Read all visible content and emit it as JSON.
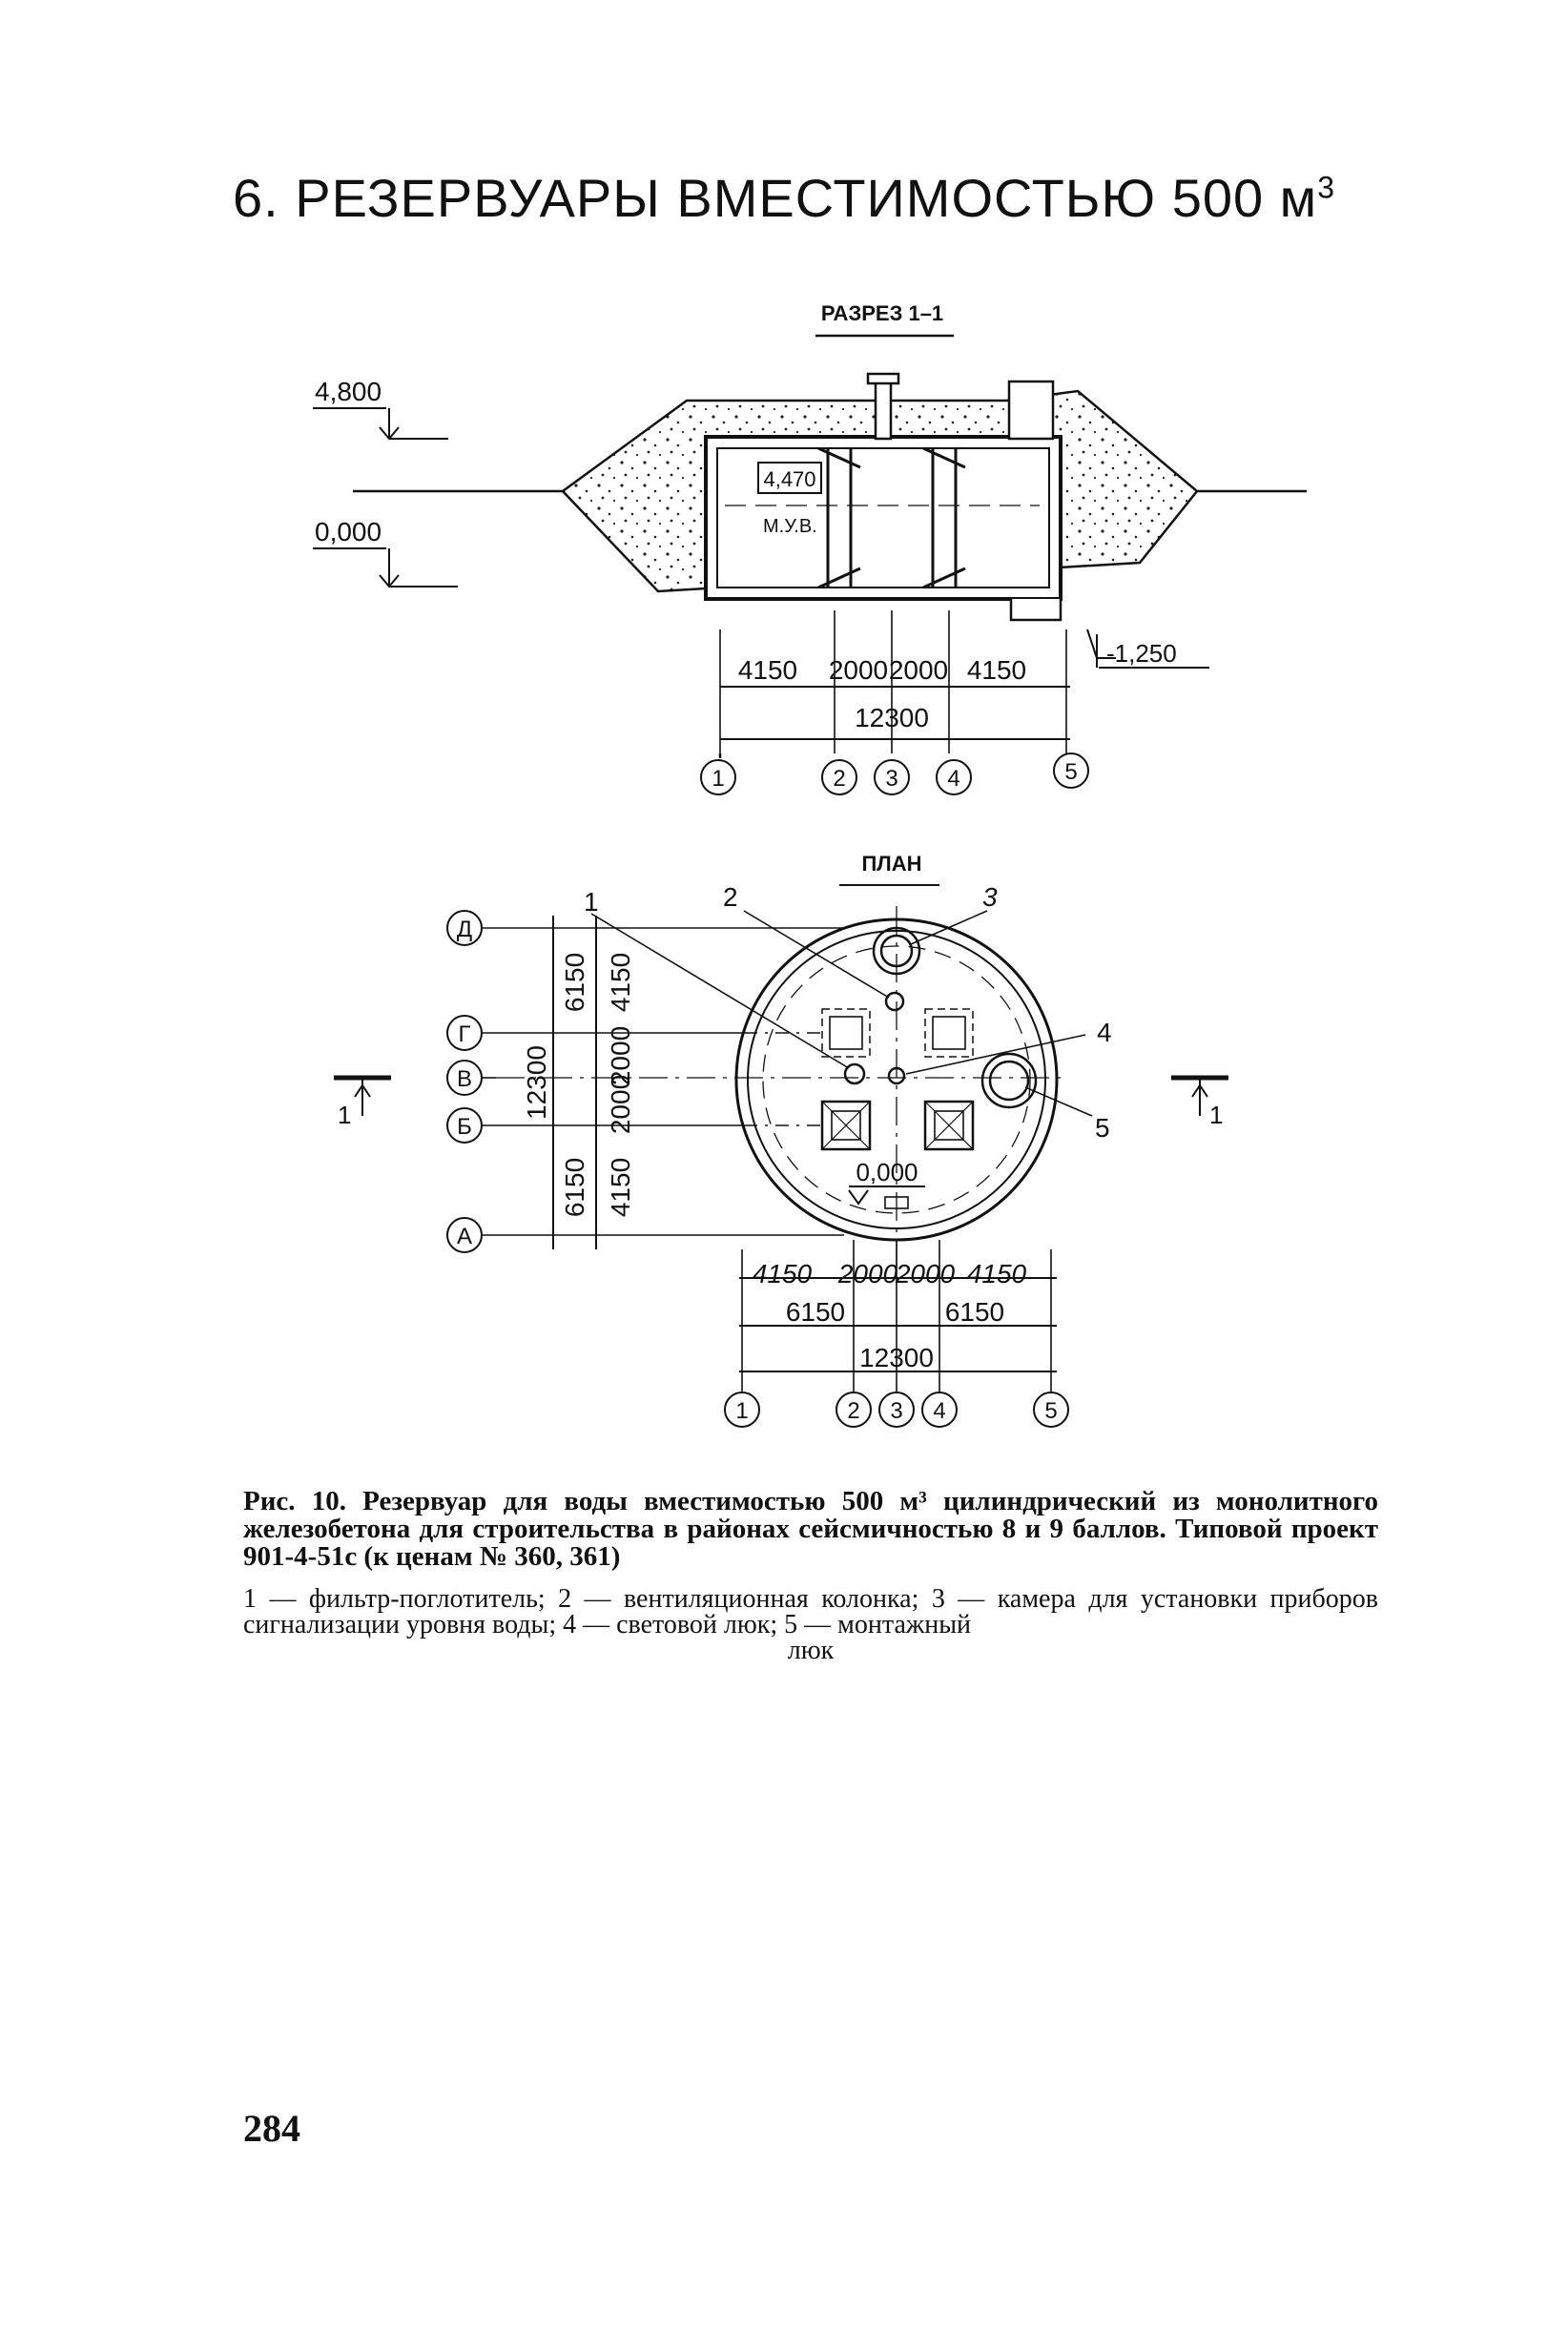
{
  "title": {
    "text": "6. РЕЗЕРВУАРЫ ВМЕСТИМОСТЬЮ 500 м",
    "sup": "3"
  },
  "section": {
    "label": "РАЗРЕЗ 1–1",
    "elevations": [
      "4,800",
      "0,000",
      "4,470",
      "-1,250"
    ],
    "water_level_label": "М.У.В.",
    "dims_row1": [
      "4150",
      "2000",
      "2000",
      "4150"
    ],
    "dims_total": "12300",
    "axes": [
      "1",
      "2",
      "3",
      "4",
      "5"
    ]
  },
  "plan": {
    "label": "ПЛАН",
    "row_axes": [
      "Д",
      "Г",
      "В",
      "Б",
      "А"
    ],
    "vertical_dims_outer": [
      "6150",
      "12300",
      "6150"
    ],
    "vertical_dims_inner": [
      "4150",
      "2000",
      "2000",
      "4150"
    ],
    "callouts": [
      "1",
      "2",
      "3",
      "4",
      "5"
    ],
    "cut_marks": [
      "1",
      "1"
    ],
    "floor_elevation": "0,000",
    "dims_row1": [
      "4150",
      "2000",
      "2000",
      "4150"
    ],
    "dims_row2": [
      "6150",
      "6150"
    ],
    "dims_total": "12300",
    "axes": [
      "1",
      "2",
      "3",
      "4",
      "5"
    ]
  },
  "caption": "Рис. 10. Резервуар для воды вместимостью 500 м³ цилиндрический из монолитного железобетона для строительства в районах сейсмичностью 8 и 9 баллов. Типовой проект 901-4-51с (к ценам № 360, 361)",
  "legend": {
    "main": "1 — фильтр-поглотитель; 2 — вентиляционная колонка; 3 — камера для установки приборов сигнализации уровня воды; 4 — световой люк; 5 — монтажный",
    "last": "люк"
  },
  "page_number": "284"
}
